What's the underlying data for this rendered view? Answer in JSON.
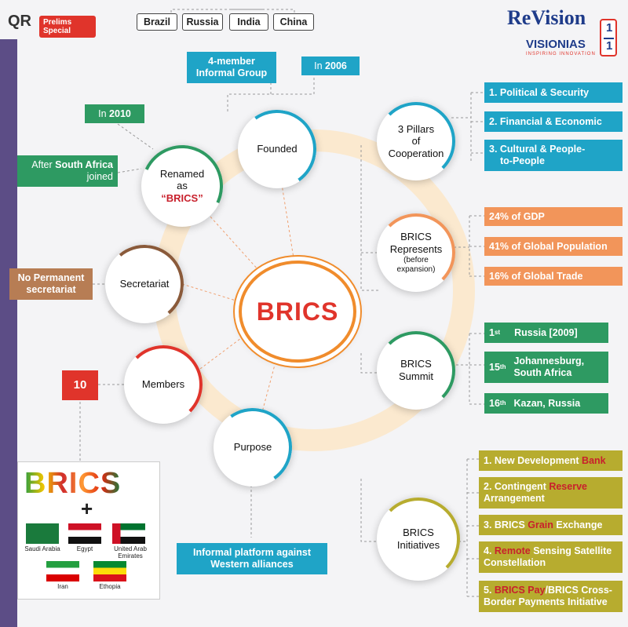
{
  "header": {
    "logo_left_mark": "QR",
    "logo_left_tag": "Prelims Special",
    "logo_right_word": "ReVision",
    "logo_right_sub": "VISIONIAS",
    "logo_right_tagline": "INSPIRING INNOVATION",
    "logo_right_fraction_top": "1",
    "logo_right_fraction_bottom": "1"
  },
  "center": {
    "label": "BRICS"
  },
  "founded": {
    "label": "Founded",
    "countries": [
      "Brazil",
      "Russia",
      "India",
      "China"
    ],
    "group_line1": "4-member",
    "group_line2": "Informal Group",
    "year_prefix": "In ",
    "year": "2006"
  },
  "renamed": {
    "label_line1": "Renamed",
    "label_line2": "as",
    "label_line3": "“BRICS”",
    "year_prefix": "In ",
    "year": "2010",
    "note_prefix": "After ",
    "note_bold": "South Africa",
    "note_suffix": "joined"
  },
  "secretariat": {
    "label": "Secretariat",
    "note_line1": "No Permanent",
    "note_line2": "secretariat"
  },
  "members": {
    "label": "Members",
    "count": "10",
    "logo_text": "BRICS",
    "plus": "+",
    "new_members": [
      "Saudi Arabia",
      "Egypt",
      "United Arab Emirates",
      "Iran",
      "Ethopia"
    ]
  },
  "purpose": {
    "label": "Purpose",
    "note_line1": "Informal platform against",
    "note_line2": "Western alliances"
  },
  "pillars": {
    "label_line1": "3 Pillars",
    "label_line2": "of",
    "label_line3": "Cooperation",
    "items": [
      "1. Political & Security",
      "2. Financial & Economic",
      "3. Cultural & People-",
      "to-People"
    ]
  },
  "represents": {
    "label_line1": "BRICS",
    "label_line2": "Represents",
    "label_line3": "(before",
    "label_line4": "expansion)",
    "items": [
      "24% of GDP",
      "41% of Global Population",
      "16% of Global Trade"
    ]
  },
  "summit": {
    "label_line1": "BRICS",
    "label_line2": "Summit",
    "items": [
      {
        "num": "1",
        "sup": "st",
        "text": "Russia [2009]"
      },
      {
        "num": "15",
        "sup": "th",
        "text": "Johannesburg,",
        "text2": "South Africa"
      },
      {
        "num": "16",
        "sup": "th",
        "text": "Kazan, Russia"
      }
    ]
  },
  "initiatives": {
    "label_line1": "BRICS",
    "label_line2": "Initiatives",
    "items": [
      {
        "pre": "1. New Development ",
        "hl": "Bank",
        "post": ""
      },
      {
        "pre": "2. Contingent ",
        "hl": "Reserve",
        "post": "",
        "line2": "Arrangement"
      },
      {
        "pre": "3. BRICS ",
        "hl": "Grain",
        "post": " Exchange"
      },
      {
        "pre": "4. ",
        "hl": "Remote",
        "post": " Sensing Satellite",
        "line2": "Constellation"
      },
      {
        "pre": "5. ",
        "hl": "BRICS Pay",
        "post": "/BRICS Cross-",
        "line2": "Border Payments Initiative"
      }
    ]
  },
  "colors": {
    "green": "#2e9a62",
    "teal": "#1fa4c7",
    "orange": "#f2955a",
    "olive": "#b7ac2f",
    "brown": "#b77d54",
    "red": "#e0342b",
    "sidebar": "#5c4d86"
  }
}
